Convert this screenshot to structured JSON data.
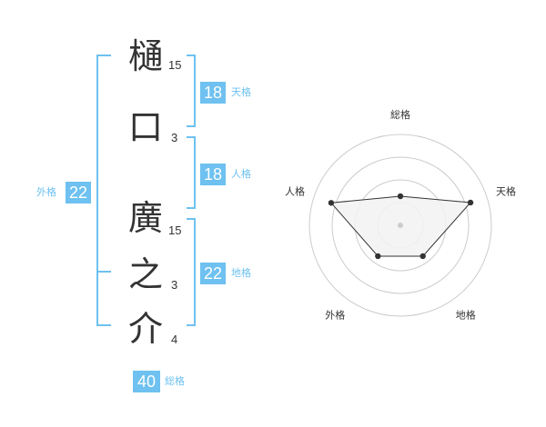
{
  "name": {
    "chars": [
      {
        "char": "樋",
        "strokes": "15"
      },
      {
        "char": "口",
        "strokes": "3"
      },
      {
        "char": "廣",
        "strokes": "15"
      },
      {
        "char": "之",
        "strokes": "3"
      },
      {
        "char": "介",
        "strokes": "4"
      }
    ]
  },
  "kaku": {
    "tenkaku": {
      "value": "18",
      "label": "天格"
    },
    "jinkaku": {
      "value": "18",
      "label": "人格"
    },
    "chikaku": {
      "value": "22",
      "label": "地格"
    },
    "gaikaku": {
      "value": "22",
      "label": "外格"
    },
    "soukaku": {
      "value": "40",
      "label": "総格"
    }
  },
  "colors": {
    "accent": "#6ec1f0",
    "text": "#333333"
  },
  "chart_data": {
    "type": "radar",
    "axes": [
      "総格",
      "天格",
      "地格",
      "外格",
      "人格"
    ],
    "values": [
      0.32,
      0.81,
      0.42,
      0.42,
      0.8
    ],
    "rings": 4,
    "fill_color": "#f2f2f2",
    "line_color": "#333333"
  }
}
